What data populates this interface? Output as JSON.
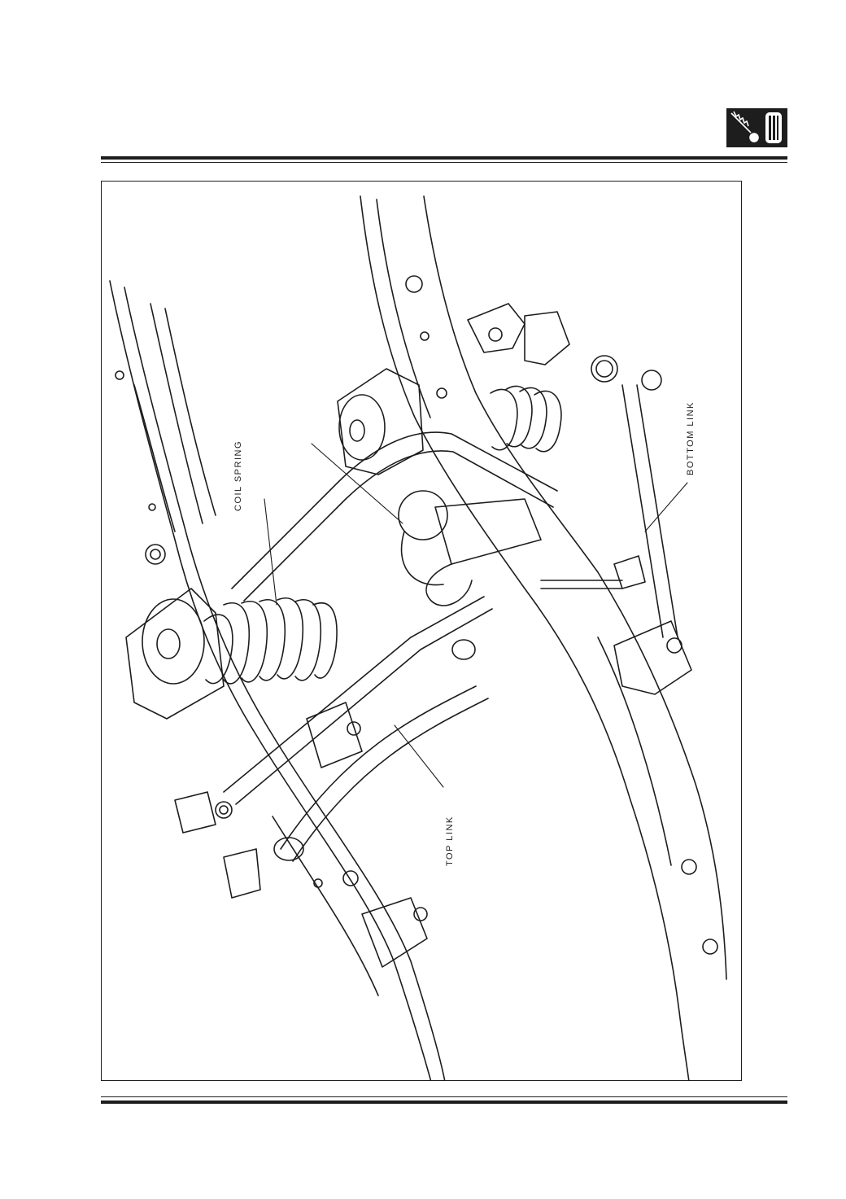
{
  "header": {
    "section_icon": "shock-absorber-tyre-icon"
  },
  "diagram": {
    "labels": {
      "coil_spring": "COIL SPRING",
      "bottom_link": "BOTTOM  LINK",
      "top_link": "TOP LINK"
    }
  },
  "colors": {
    "ink": "#1d1d1d",
    "paper": "#ffffff"
  }
}
